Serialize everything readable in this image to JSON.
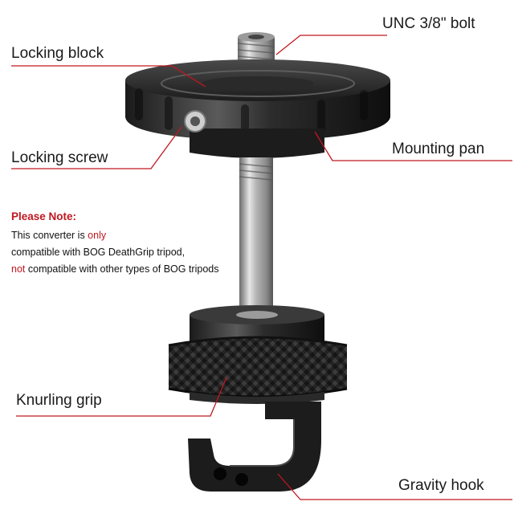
{
  "accent_color": "#c0171f",
  "labels": {
    "unc_bolt": "UNC 3/8\" bolt",
    "locking_block": "Locking block",
    "mounting_pan": "Mounting pan",
    "locking_screw": "Locking screw",
    "knurling_grip": "Knurling grip",
    "gravity_hook": "Gravity hook"
  },
  "note": {
    "title": "Please Note:",
    "line1_prefix": "This converter is ",
    "line1_highlight": "only",
    "line2": "compatible with BOG DeathGrip tripod,",
    "line3_highlight": "not",
    "line3_suffix": " compatible with other types of BOG tripods"
  }
}
